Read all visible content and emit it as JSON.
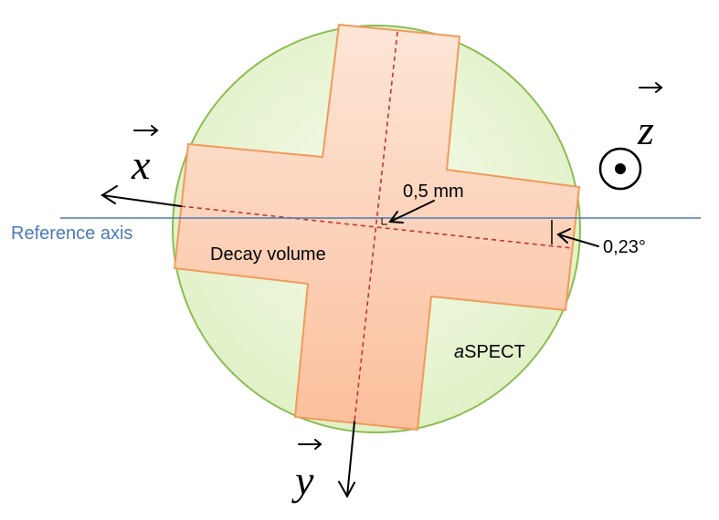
{
  "labels": {
    "reference_axis": "Reference axis",
    "decay_volume": "Decay volume",
    "aspect_prefix": "a",
    "aspect_suffix": "SPECT",
    "offset": "0,5 mm",
    "angle": "0,23°",
    "axis_x": "x",
    "axis_y": "y",
    "axis_z": "z"
  },
  "colors": {
    "circle_fill": "#dff0c4",
    "circle_stroke": "#8cbd52",
    "cross_fill": "#fbbf9c",
    "cross_fill_light": "#fde6d8",
    "cross_stroke": "#ef9b5b",
    "reference_axis": "#4a7ab8",
    "dashed_axis": "#c0392b",
    "arrow": "#000000"
  }
}
